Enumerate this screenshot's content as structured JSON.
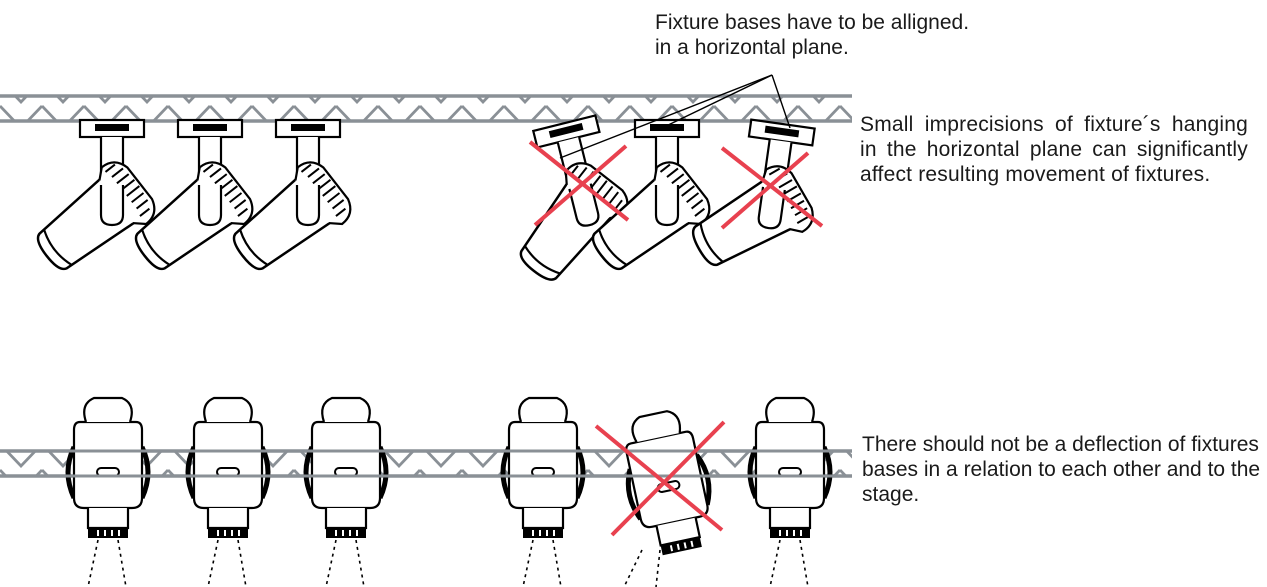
{
  "notes": {
    "alignment_line1": "Fixture bases have to be alligned.",
    "alignment_line2": "in a horizontal plane.",
    "imprecision": "Small imprecisions of fixture´s hanging in the horizontal plane can significantly affect resulting movement of fixtures.",
    "deflection": "There should not be a deflection of fixtures bases in a relation to each other and to the stage."
  },
  "colors": {
    "truss": "#8a9096",
    "line": "#000000",
    "cross": "#e8414f",
    "text": "#1a1a1a"
  },
  "top_row": {
    "fixtures": [
      {
        "name": "correct",
        "status": "ok"
      },
      {
        "name": "correct",
        "status": "ok"
      },
      {
        "name": "correct",
        "status": "ok"
      },
      {
        "name": "tilted",
        "status": "wrong"
      },
      {
        "name": "correct",
        "status": "ok"
      },
      {
        "name": "tilted",
        "status": "wrong"
      }
    ]
  },
  "bottom_row": {
    "fixtures": [
      {
        "name": "correct",
        "status": "ok"
      },
      {
        "name": "correct",
        "status": "ok"
      },
      {
        "name": "correct",
        "status": "ok"
      },
      {
        "name": "correct",
        "status": "ok"
      },
      {
        "name": "deflected",
        "status": "wrong"
      },
      {
        "name": "correct",
        "status": "ok"
      }
    ]
  }
}
